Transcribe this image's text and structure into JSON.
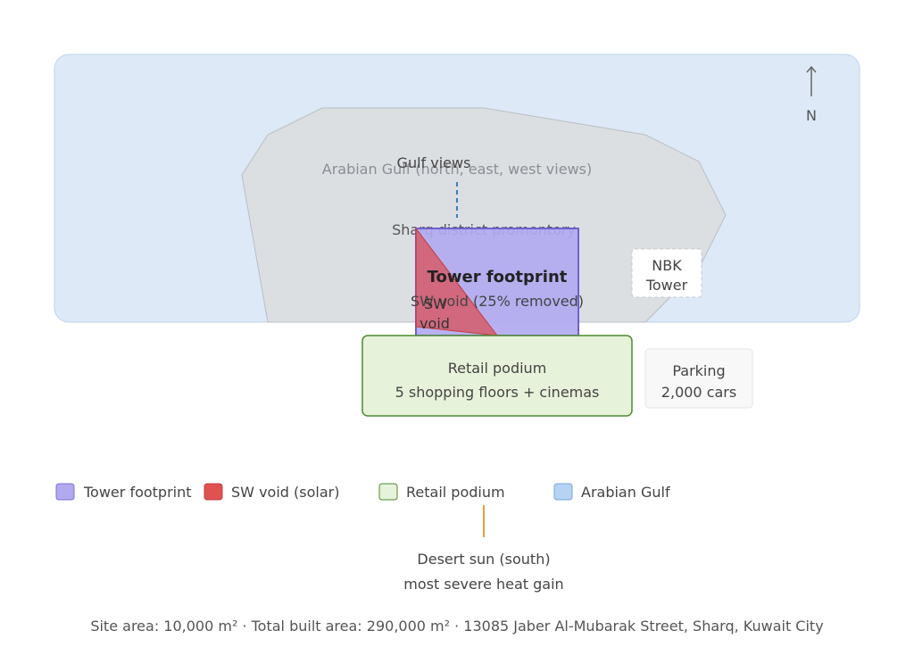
{
  "north": {
    "label": "N"
  },
  "gulf": {
    "label": "Arabian Gulf (north, east, west views)",
    "views_label": "Gulf views"
  },
  "promontory": {
    "label": "Sharq district promontory"
  },
  "tower": {
    "title": "Tower footprint",
    "void_label": "SW void (25% removed)",
    "sw_label_line1": "SW",
    "sw_label_line2": "void"
  },
  "nbk": {
    "line1": "NBK",
    "line2": "Tower"
  },
  "podium": {
    "line1": "Retail podium",
    "line2": "5 shopping floors + cinemas"
  },
  "parking": {
    "line1": "Parking",
    "line2": "2,000 cars"
  },
  "legend": {
    "items": [
      {
        "label": "Tower footprint",
        "fill": "#b1aaf0",
        "stroke": "#7b6fd8"
      },
      {
        "label": "SW void (solar)",
        "fill": "#e05252",
        "stroke": "#c43c3c"
      },
      {
        "label": "Retail podium",
        "fill": "#e6f2da",
        "stroke": "#4f8a2e"
      },
      {
        "label": "Arabian Gulf",
        "fill": "#b6d3f3",
        "stroke": "#7aa6d8"
      }
    ]
  },
  "sun": {
    "line1": "Desert sun (south)",
    "line2": "most severe heat gain"
  },
  "footer": "Site area: 10,000 m² · Total built area: 290,000 m² · 13085 Jaber Al-Mubarak Street, Sharq, Kuwait City",
  "colors": {
    "gulf_fill": "#dde9f7",
    "gulf_stroke": "#bcd3ee",
    "land_fill": "#dcdfe2",
    "land_stroke": "#b9bec4",
    "tower_fill": "#b1aaf0",
    "tower_stroke": "#6e60cf",
    "void_fill": "#d9545e",
    "podium_fill": "#e6f2da",
    "podium_stroke": "#4f8a2e",
    "sun_line": "#e8a23a",
    "view_line": "#3e7cc4"
  }
}
